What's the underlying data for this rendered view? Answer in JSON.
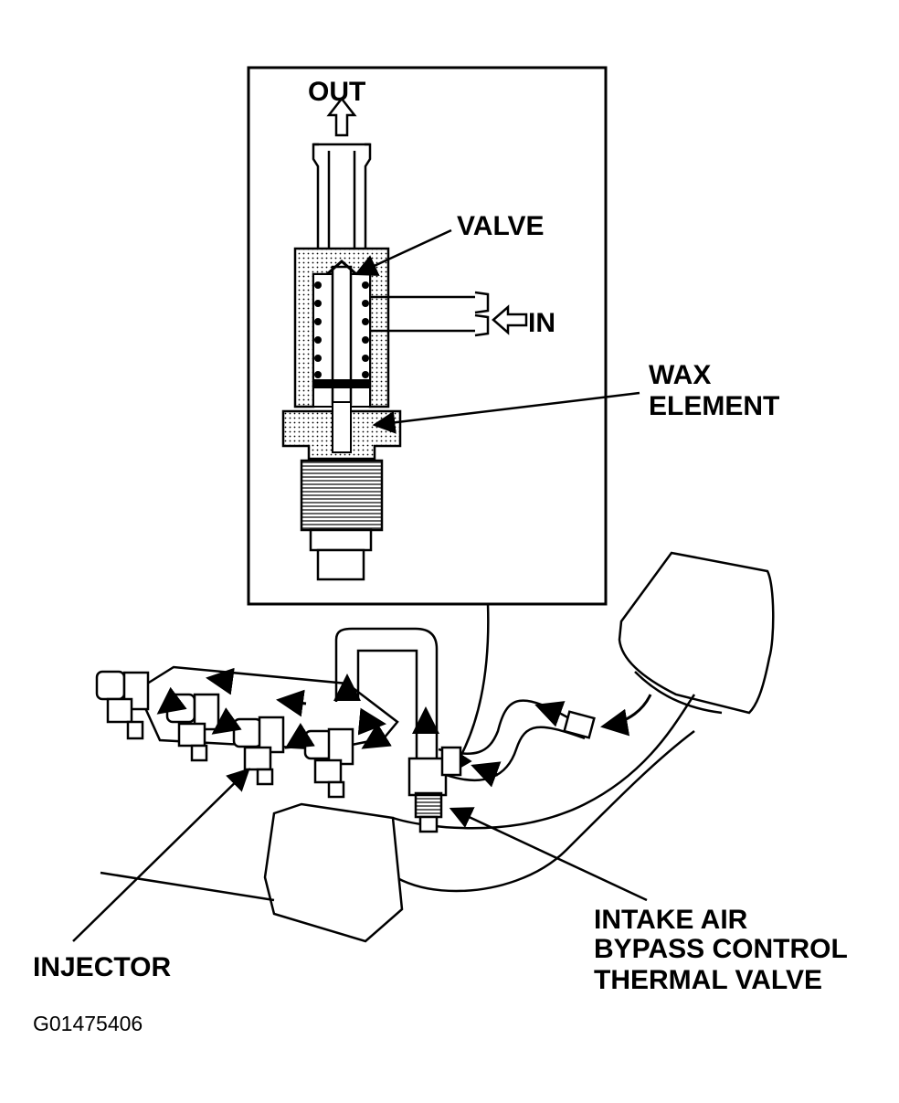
{
  "labels": {
    "out": "OUT",
    "valve": "VALVE",
    "in": "IN",
    "wax_line1": "WAX",
    "wax_line2": "ELEMENT",
    "injector": "INJECTOR",
    "thermal_line1": "INTAKE AIR",
    "thermal_line2": "BYPASS CONTROL",
    "thermal_line3": "THERMAL VALVE",
    "figure_code": "G01475406"
  },
  "icons": {
    "out_arrow": "hollow-up-arrow-icon",
    "in_arrow": "hollow-left-arrow-icon",
    "flow_arrows": "small-flow-arrow-icon"
  }
}
